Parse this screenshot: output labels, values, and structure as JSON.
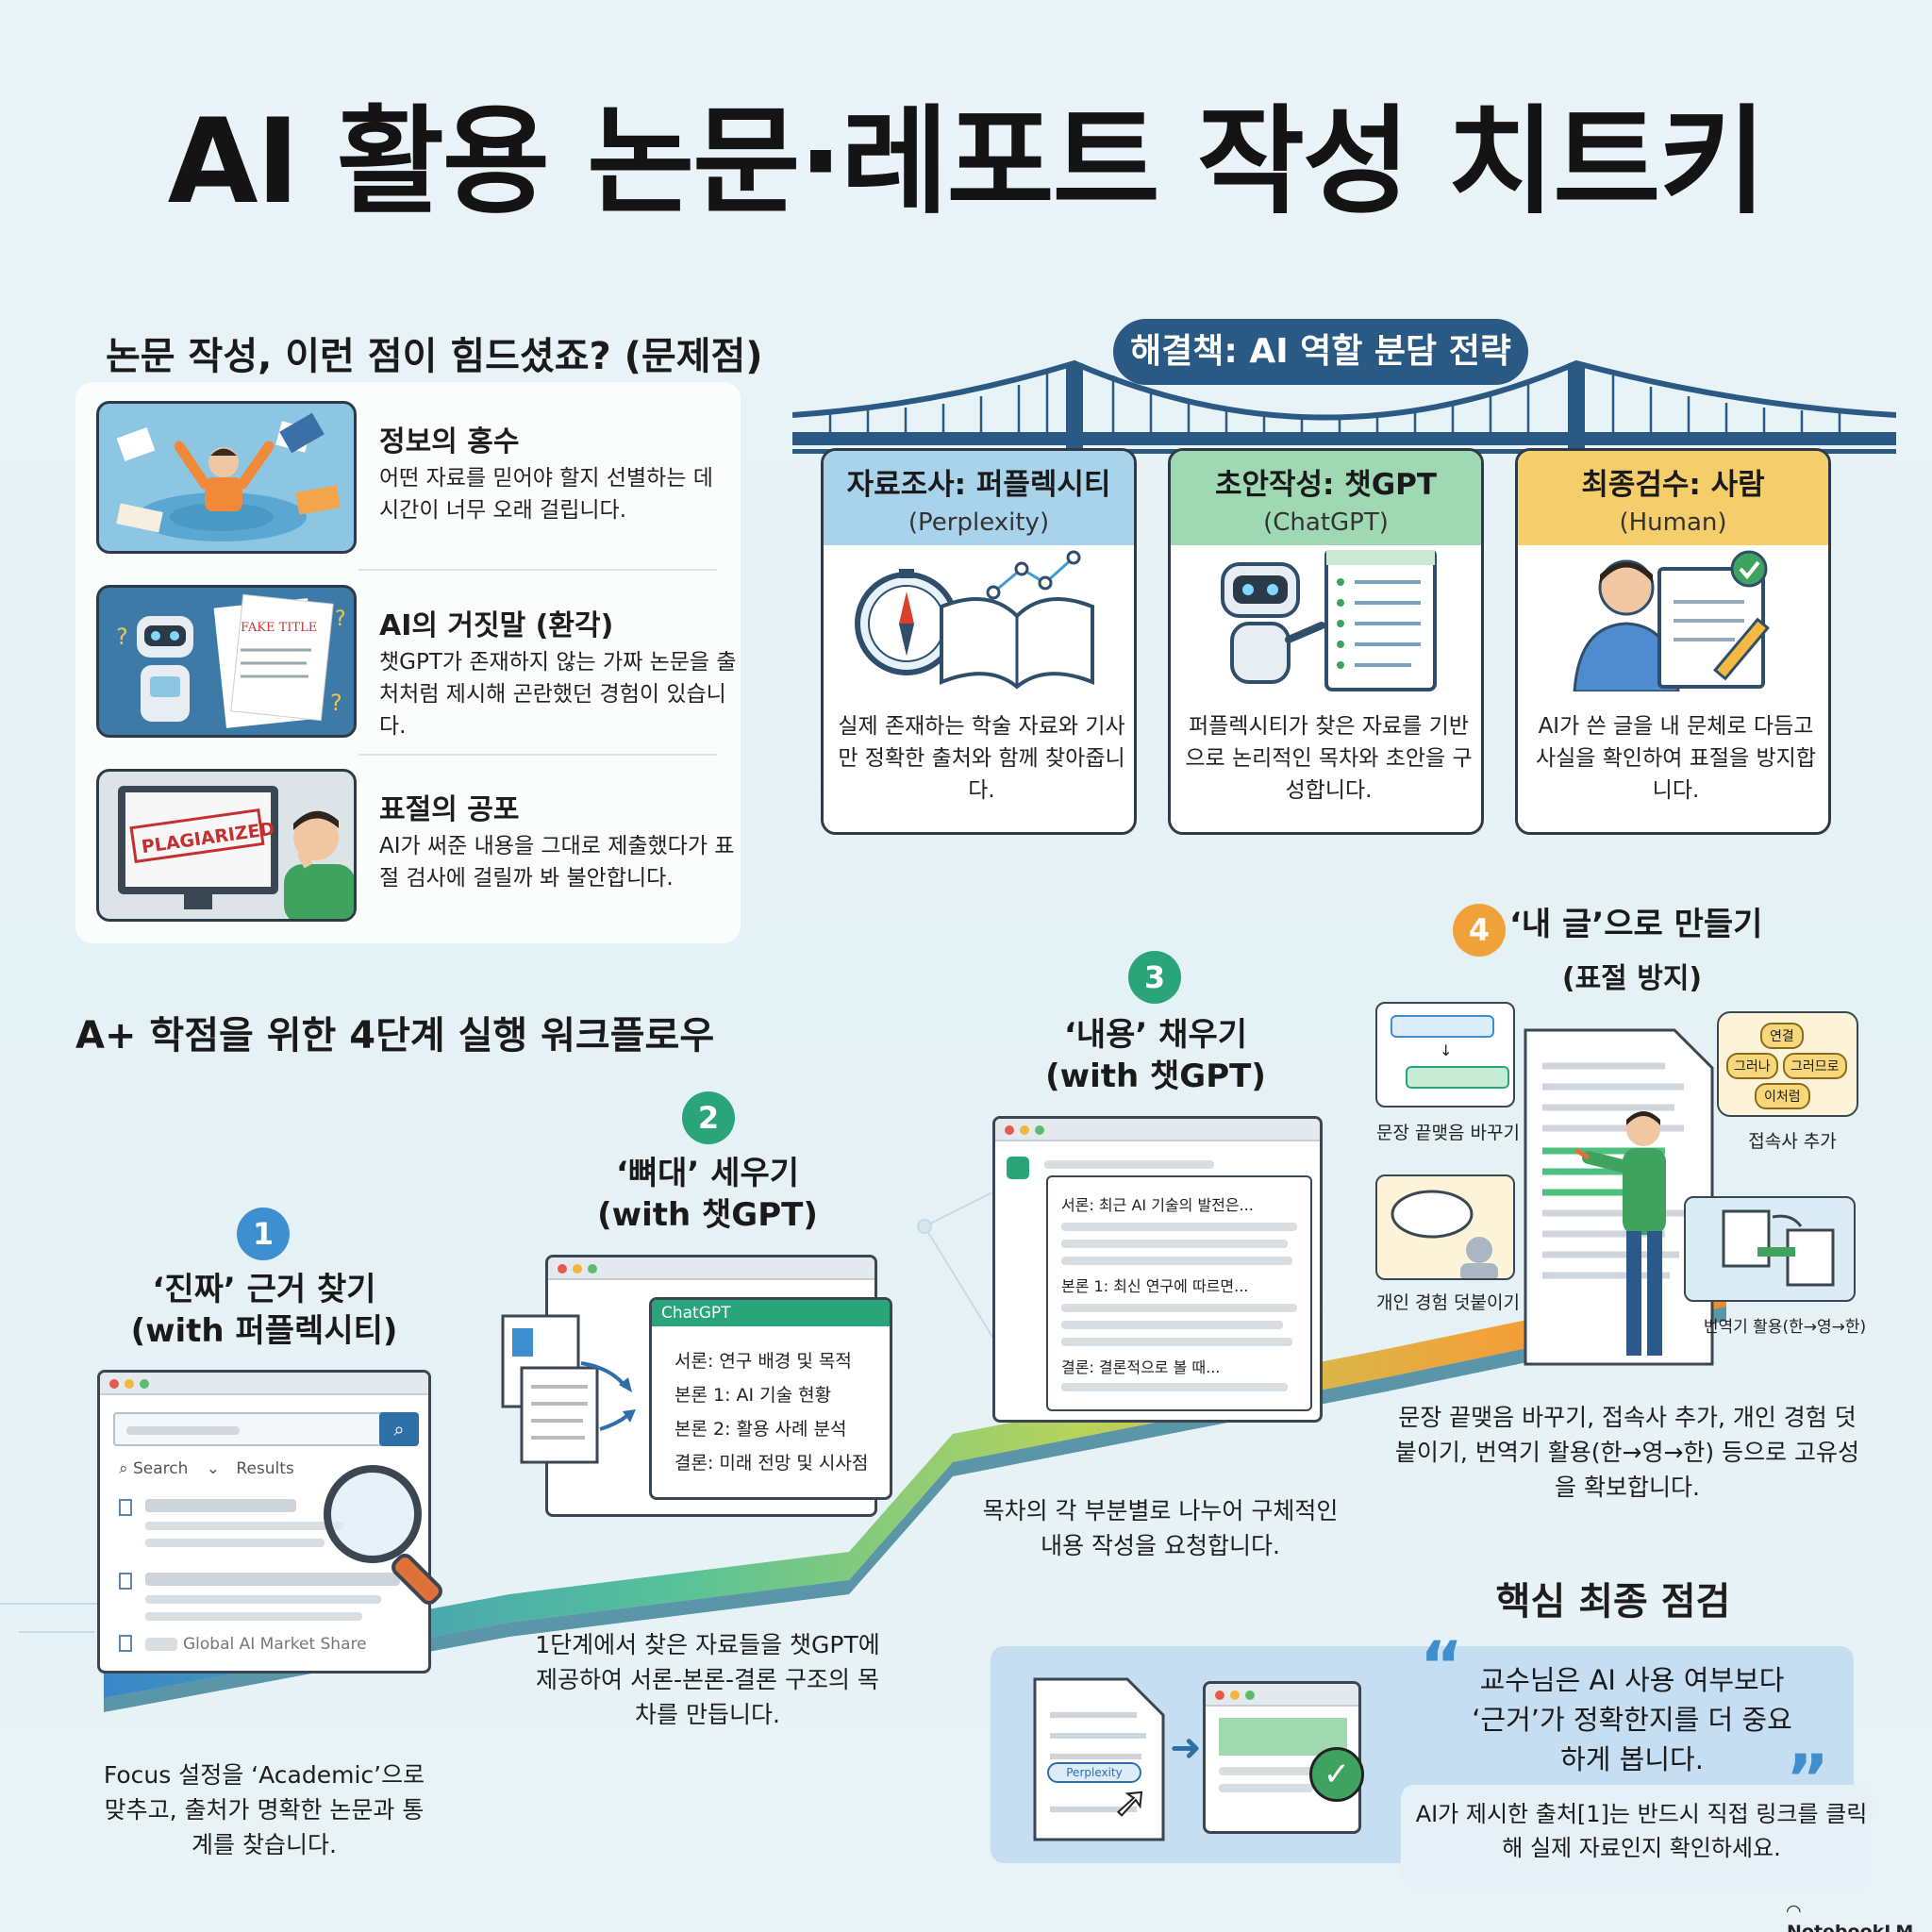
{
  "title": "AI 활용 논문·레포트 작성 치트키",
  "problems": {
    "heading": "논문 작성, 이런 점이 힘드셨죠? (문제점)",
    "items": [
      {
        "title": "정보의 홍수",
        "desc": "어떤 자료를 믿어야 할지 선별하는 데 시간이 너무 오래 걸립니다."
      },
      {
        "title": "AI의 거짓말 (환각)",
        "desc": "챗GPT가 존재하지 않는 가짜 논문을 출처처럼 제시해 곤란했던 경험이 있습니다.",
        "image_text": "FAKE TITLE"
      },
      {
        "title": "표절의 공포",
        "desc": "AI가 써준 내용을 그대로 제출했다가 표절 검사에 걸릴까 봐 불안합니다.",
        "image_text": "PLAGIARIZED"
      }
    ]
  },
  "solution": {
    "heading": "해결책: AI 역할 분담 전략",
    "cards": [
      {
        "title": "자료조사: 퍼플렉시티",
        "subtitle": "(Perplexity)",
        "desc": "실제 존재하는 학술 자료와 기사만 정확한 출처와 함께 찾아줍니다.",
        "color": "#a9d3ea"
      },
      {
        "title": "초안작성: 챗GPT",
        "subtitle": "(ChatGPT)",
        "desc": "퍼플렉시티가 찾은 자료를 기반으로 논리적인 목차와 초안을 구성합니다.",
        "color": "#9fd9b3"
      },
      {
        "title": "최종검수: 사람",
        "subtitle": "(Human)",
        "desc": "AI가 쓴 글을 내 문체로 다듬고 사실을 확인하여 표절을 방지합니다.",
        "color": "#f5cd6a"
      }
    ]
  },
  "workflow": {
    "heading": "A+ 학점을 위한 4단계 실행 워크플로우",
    "steps": [
      {
        "num": "1",
        "title": "‘진짜’ 근거 찾기",
        "subtitle": "(with 퍼플렉시티)",
        "desc": "Focus 설정을 ‘Academic’으로 맞추고, 출처가 명확한 논문과 통계를 찾습니다.",
        "color": "#3e8fcf"
      },
      {
        "num": "2",
        "title": "‘뼈대’ 세우기",
        "subtitle": "(with 챗GPT)",
        "desc": "1단계에서 찾은 자료들을 챗GPT에 제공하여 서론-본론-결론 구조의 목차를 만듭니다.",
        "color": "#2aa57a"
      },
      {
        "num": "3",
        "title": "‘내용’ 채우기",
        "subtitle": "(with 챗GPT)",
        "desc": "목차의 각 부분별로 나누어 구체적인 내용 작성을 요청합니다.",
        "color": "#2aa57a"
      },
      {
        "num": "4",
        "title": "‘내 글’으로 만들기",
        "subtitle": "(표절 방지)",
        "desc": "문장 끝맺음 바꾸기, 접속사 추가, 개인 경험 덧붙이기, 번역기 활용(한→영→한) 등으로 고유성을 확보합니다.",
        "color": "#f0a13a"
      }
    ],
    "search_ui": {
      "search_label": "Search",
      "results_label": "Results",
      "bottom_item": "Global AI Market Share"
    },
    "outline": {
      "window_title": "ChatGPT",
      "lines": [
        "서론: 연구 배경 및 목적",
        "본론 1: AI 기술 현황",
        "본론 2: 활용 사례 분석",
        "결론: 미래 전망 및 시사점"
      ]
    },
    "draft_lines": [
      "서론: 최근 AI 기술의 발전은...",
      "본론 1: 최신 연구에 따르면...",
      "결론: 결론적으로 볼 때..."
    ],
    "step4_labels": {
      "rephrase": "문장 끝맺음 바꾸기",
      "connectives": "접속사 추가",
      "experience": "개인 경험 덧붙이기",
      "translate": "번역기 활용(한→영→한)",
      "connective_words": [
        "연결",
        "그러나",
        "그러므로",
        "이처럼"
      ]
    }
  },
  "final_check": {
    "heading": "핵심 최종 점검",
    "quote": "교수님은 AI 사용 여부보다 ‘근거’가 정확한지를 더 중요하게 봅니다.",
    "note": "AI가 제시한 출처[1]는 반드시 직접 링크를 클릭해 실제 자료인지 확인하세요.",
    "link_label": "Perplexity"
  },
  "brand": "NotebookLM"
}
